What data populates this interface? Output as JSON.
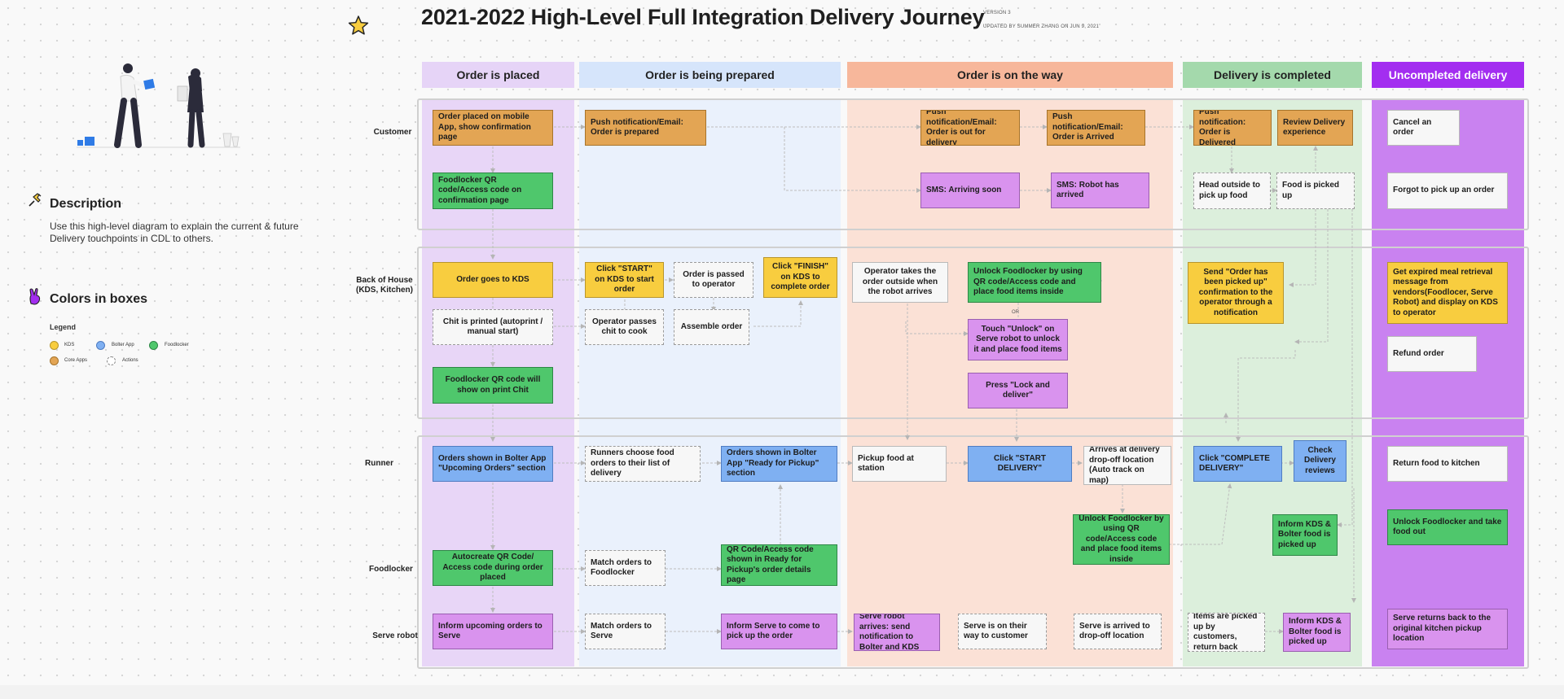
{
  "header": {
    "title": "2021-2022 High-Level Full Integration Delivery Journey",
    "version": "VERSION 3",
    "updated": "UPDATED BY SUMMER ZHANG ON JUN 9, 2021"
  },
  "description": {
    "heading": "Description",
    "text": "Use this high-level diagram to explain the current & future Delivery touchpoints in CDL to others."
  },
  "colors": {
    "heading": "Colors in boxes",
    "legend_title": "Legend",
    "items": [
      {
        "label": "KDS",
        "color": "#f8cd3f"
      },
      {
        "label": "Bolter App",
        "color": "#7fb0f2"
      },
      {
        "label": "Foodlocker",
        "color": "#4fc76c"
      },
      {
        "label": "Core Apps",
        "color": "#e3a554"
      },
      {
        "label": "Actions",
        "color": "#ffffff"
      }
    ]
  },
  "phases": [
    {
      "label": "Order is placed",
      "color": "#e6d4f7"
    },
    {
      "label": "Order is being prepared",
      "color": "#d6e5fb"
    },
    {
      "label": "Order is on the way",
      "color": "#f7b79b"
    },
    {
      "label": "Delivery is completed",
      "color": "#a4d9ac"
    },
    {
      "label": "Uncompleted delivery",
      "color": "#a32ef0"
    }
  ],
  "rows": {
    "customer": "Customer",
    "back_of_house": "Back of House (KDS, Kitchen)",
    "runner": "Runner",
    "foodlocker": "Foodlocker",
    "serve_robot": "Serve robot"
  },
  "boxes": {
    "c1": "Order placed on mobile App, show confirmation page",
    "c2": "Foodlocker QR code/Access code on confirmation page",
    "c3": "Push notification/Email: Order is prepared",
    "c4": "Push notification/Email: Order is out for delivery",
    "c5": "Push notification/Email: Order is Arrived",
    "c6": "SMS: Arriving soon",
    "c7": "SMS: Robot has arrived",
    "c8": "Push notification: Order is Delivered",
    "c9": "Review Delivery experience",
    "c10": "Head outside to pick up food",
    "c11": "Food is picked up",
    "c12": "Cancel an order",
    "c13": "Forgot to pick up an order",
    "b1": "Order goes to KDS",
    "b2": "Chit is printed (autoprint / manual start)",
    "b3": "Foodlocker QR code will show on print Chit",
    "b4": "Click \"START\" on KDS to start order",
    "b5": "Order is passed to operator",
    "b6": "Click \"FINISH\" on KDS to complete order",
    "b7": "Operator passes chit to cook",
    "b8": "Assemble order",
    "b9": "Operator takes the order outside when the robot arrives",
    "b10": "Unlock Foodlocker  by using QR code/Access code and place food items inside",
    "b11": "Touch \"Unlock\" on Serve robot to unlock it and place food items",
    "b12": "Press \"Lock and deliver\"",
    "b13": "Send \"Order has been picked up\" confirmation to the operator through a notification",
    "b14": "Get expired meal retrieval message from vendors(Foodlocer, Serve Robot) and display on KDS to operator",
    "b15": "Refund order",
    "or": "OR",
    "r1": "Orders shown in Bolter App \"Upcoming Orders\" section",
    "r2": "Runners choose food orders to their list of delivery",
    "r3": "Orders shown in Bolter App \"Ready for Pickup\" section",
    "r4": "Pickup food at station",
    "r5": "Click \"START DELIVERY\"",
    "r6": "Arrives at delivery drop-off location (Auto track on map)",
    "r7": "Click \"COMPLETE DELIVERY\"",
    "r8": "Check Delivery reviews",
    "r9": "Return food to kitchen",
    "f1": "Autocreate QR Code/ Access code during order placed",
    "f2": "Match orders to Foodlocker",
    "f3": "QR Code/Access code shown in Ready for Pickup's order details page",
    "f4": "Unlock Foodlocker  by using QR code/Access code and place food items inside",
    "f5": "Inform KDS & Bolter food is picked up",
    "f6": "Unlock Foodlocker and take food out",
    "s1": "Inform upcoming orders to Serve",
    "s2": "Match orders to Serve",
    "s3": "Inform Serve to come to pick up the order",
    "s4": "Serve robot arrives: send notification to Bolter and KDS",
    "s5": "Serve is on their way to customer",
    "s6": "Serve is arrived to drop-off location",
    "s7": "Items are picked up by customers, return back",
    "s8": "Inform KDS & Bolter food is picked up",
    "s9": "Serve returns  back to the original kitchen pickup location"
  },
  "icons": {
    "star": "star-icon",
    "pin": "pin-icon",
    "hand": "peace-hand-icon",
    "illustration": "delivery-people-illustration"
  }
}
